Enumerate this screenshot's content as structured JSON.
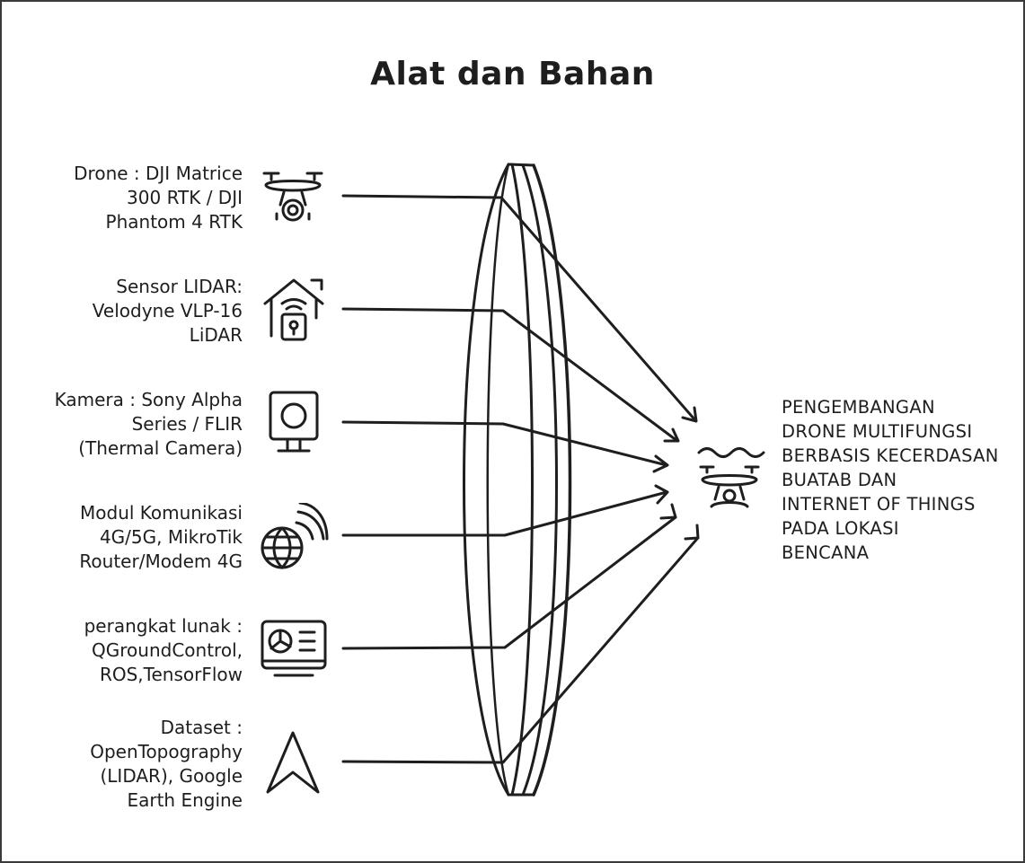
{
  "title": "Alat dan Bahan",
  "inputs": [
    {
      "icon": "drone-camera-icon",
      "lines": [
        "Drone : DJI Matrice",
        "300 RTK / DJI",
        "Phantom 4 RTK"
      ]
    },
    {
      "icon": "smart-home-lock-icon",
      "lines": [
        "Sensor LIDAR:",
        "Velodyne VLP-16",
        "LiDAR"
      ]
    },
    {
      "icon": "webcam-icon",
      "lines": [
        "Kamera : Sony Alpha",
        "Series / FLIR",
        "(Thermal Camera)"
      ]
    },
    {
      "icon": "globe-signal-icon",
      "lines": [
        "Modul Komunikasi",
        "4G/5G, MikroTik",
        "Router/Modem 4G"
      ]
    },
    {
      "icon": "dashboard-monitor-icon",
      "lines": [
        "perangkat lunak :",
        "QGroundControl,",
        "ROS,TensorFlow"
      ]
    },
    {
      "icon": "navigation-arrow-icon",
      "lines": [
        "Dataset :",
        "OpenTopography",
        "(LIDAR), Google",
        "Earth Engine"
      ]
    }
  ],
  "output": {
    "icon": "drone-water-icon",
    "lines": [
      "PENGEMBANGAN",
      "DRONE MULTIFUNGSI",
      "BERBASIS KECERDASAN",
      "BUATAB DAN",
      "INTERNET OF THINGS",
      "PADA LOKASI",
      "BENCANA"
    ]
  },
  "stroke_color": "#1e1e1e"
}
